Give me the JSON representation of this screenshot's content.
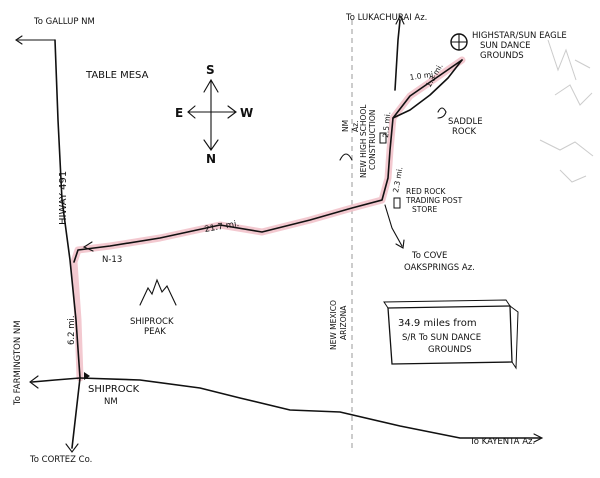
{
  "labels": {
    "gallup": "To GALLUP NM",
    "lukachukai": "To LUKACHURAI Az.",
    "sundance": [
      "HIGHSTAR/SUN EAGLE",
      "SUN DANCE",
      "GROUNDS"
    ],
    "table_mesa": "TABLE MESA",
    "hiway": "HIWAY 491",
    "n13": "N-13",
    "dist_main": "21.7 mi.",
    "dist_62": "6.2 mi.",
    "dist_23": "2.3 mi.",
    "dist_25": "2.5 mi.",
    "dist_10": "1.0 mi.",
    "dist_13": "1.3 mi.",
    "nm_az": [
      "NM",
      "Az."
    ],
    "school": [
      "NEW HIGH SCHOOL",
      "CONSTRUCTION"
    ],
    "saddle_rock": [
      "SADDLE",
      "ROCK"
    ],
    "trading_post": [
      "RED ROCK",
      "TRADING POST",
      "STORE"
    ],
    "cove": [
      "To COVE",
      "OAKSPRINGS Az."
    ],
    "shiprock_peak": [
      "SHIPROCK",
      "PEAK"
    ],
    "new_mexico": "NEW MEXICO",
    "arizona": "ARIZONA",
    "farmington": "To FARMINGTON NM",
    "shiprock_nm": [
      "SHIPROCK",
      "NM"
    ],
    "cortez": "To CORTEZ Co.",
    "kayenta": "To KAYENTA Az.",
    "summary": [
      "34.9 miles from",
      "S/R To SUN DANCE",
      "GROUNDS"
    ]
  },
  "compass": {
    "north": "N",
    "south": "S",
    "east": "E",
    "west": "W"
  },
  "colors": {
    "ink": "#111111",
    "highlight": "#f2c3cb",
    "paper": "#ffffff"
  }
}
